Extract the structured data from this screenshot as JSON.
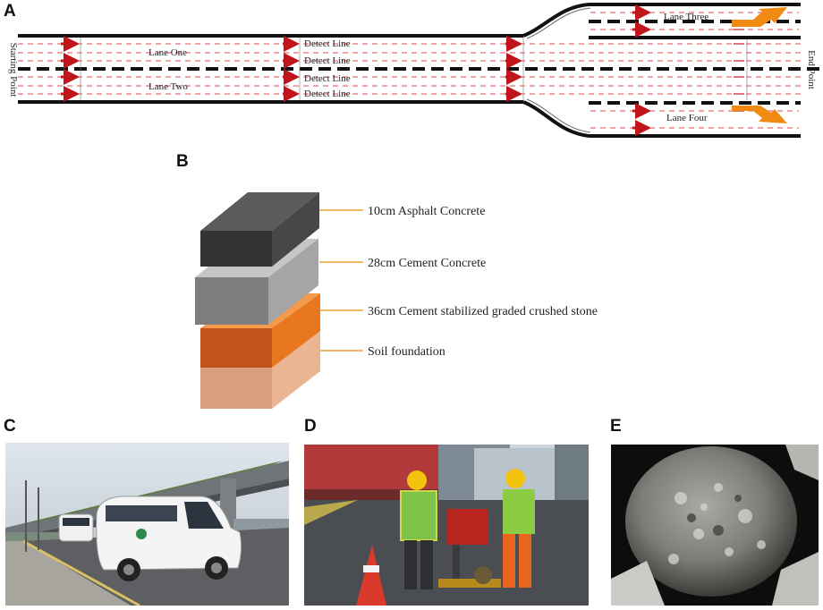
{
  "panels": {
    "a": "A",
    "b": "B",
    "c": "C",
    "d": "D",
    "e": "E"
  },
  "road": {
    "start_label": "Starting Point",
    "end_label": "End Point",
    "lane_one": "Lane One",
    "lane_two": "Lane Two",
    "lane_three": "Lane Three",
    "lane_four": "Lane Four",
    "detect_line": "Detect Line",
    "arrow_color": "#c0161b",
    "merge_arrow_color": "#f08a12"
  },
  "layers": [
    {
      "label": "10cm Asphalt Concrete",
      "color": "#3a3a3a"
    },
    {
      "label": "28cm Cement Concrete",
      "color": "#8c8c8c"
    },
    {
      "label": "36cm Cement stabilized graded crushed stone",
      "color": "#e06a1c"
    },
    {
      "label": "Soil foundation",
      "color": "#e8ad8e"
    }
  ]
}
